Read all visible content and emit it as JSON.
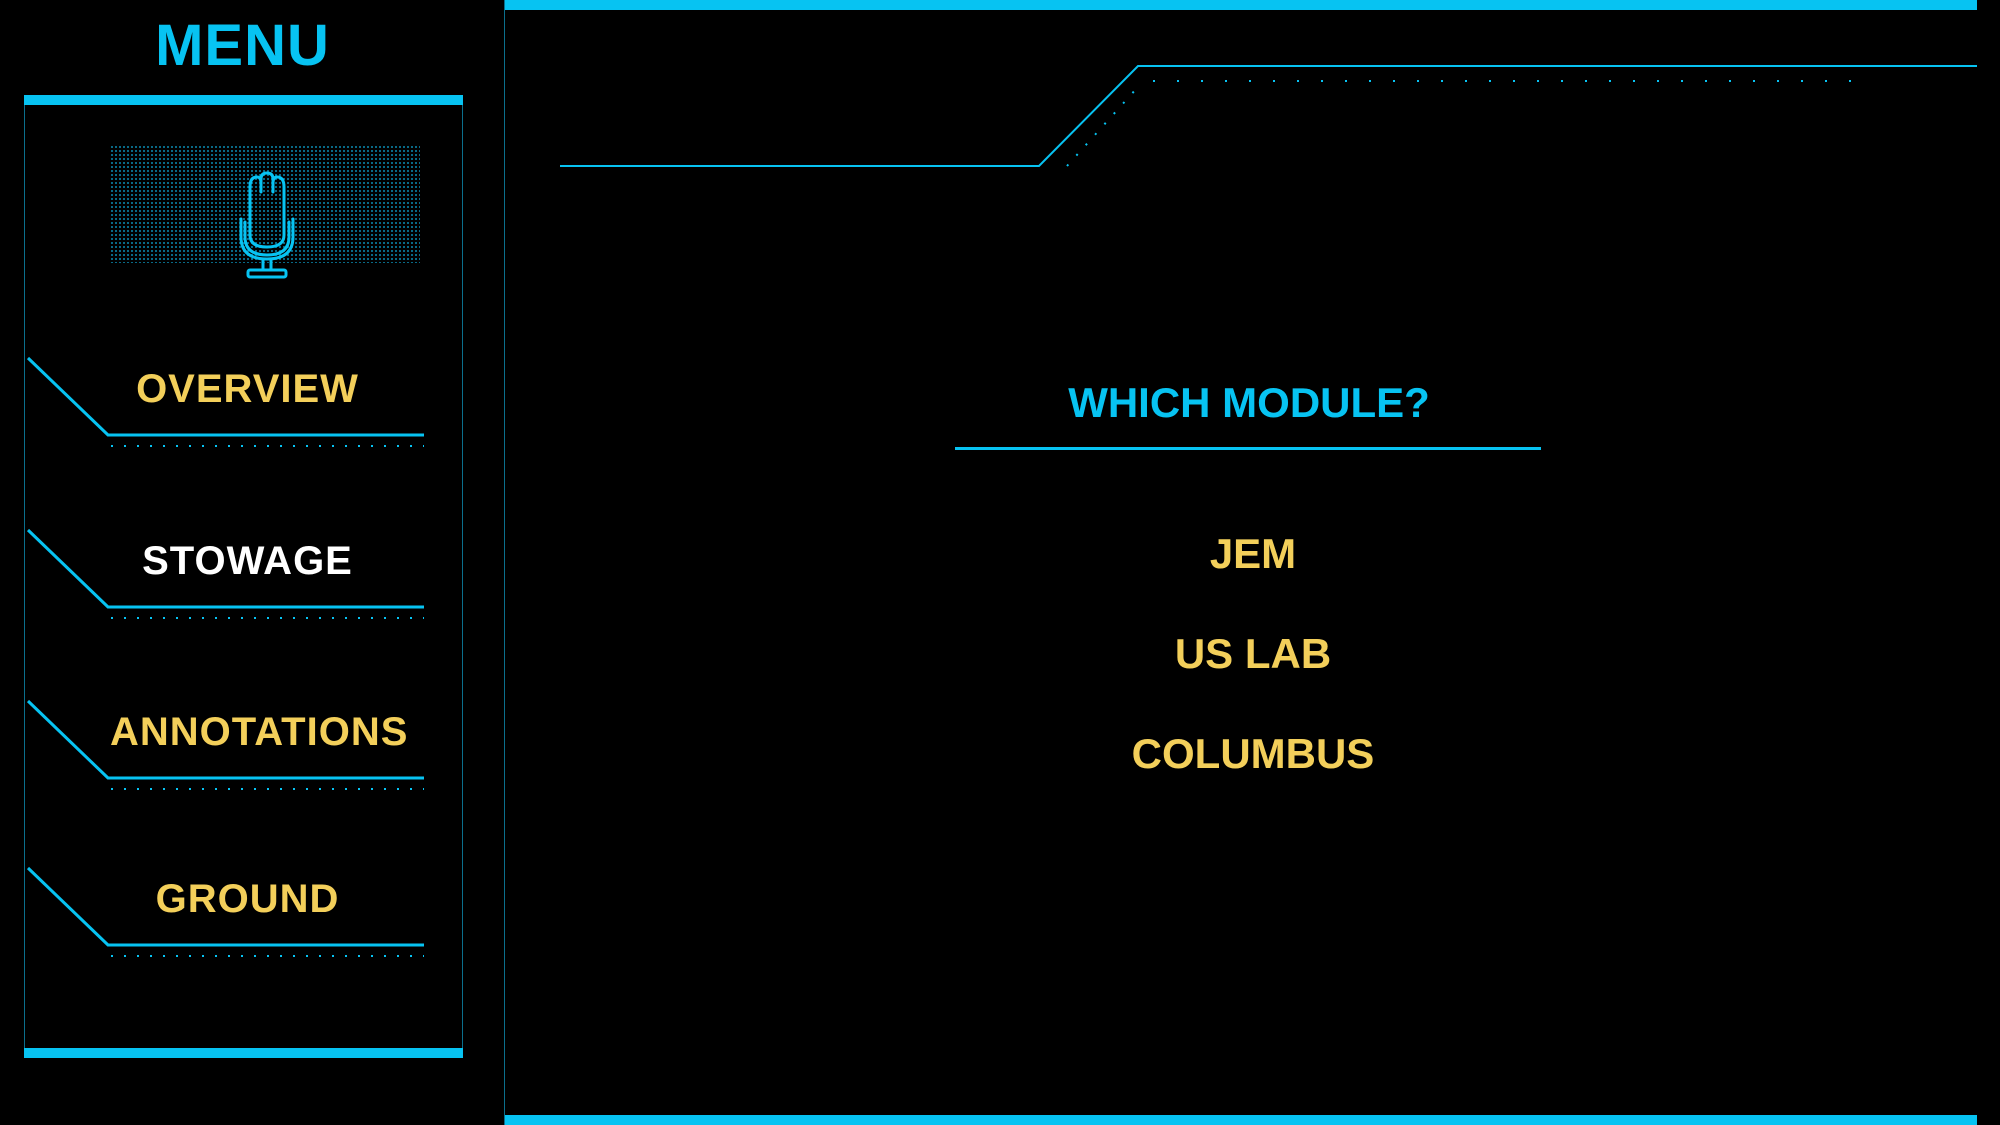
{
  "menu": {
    "title": "MENU",
    "mic_icon": "microphone-icon",
    "items": [
      {
        "label": "OVERVIEW",
        "active": false
      },
      {
        "label": "STOWAGE",
        "active": true
      },
      {
        "label": "ANNOTATIONS",
        "active": false
      },
      {
        "label": "GROUND",
        "active": false
      }
    ]
  },
  "main": {
    "question": "WHICH MODULE?",
    "options": [
      "JEM",
      "US LAB",
      "COLUMBUS"
    ]
  },
  "colors": {
    "accent": "#07c3f2",
    "label": "#f3cf5a",
    "active_label": "#ffffff",
    "background": "#000000"
  }
}
